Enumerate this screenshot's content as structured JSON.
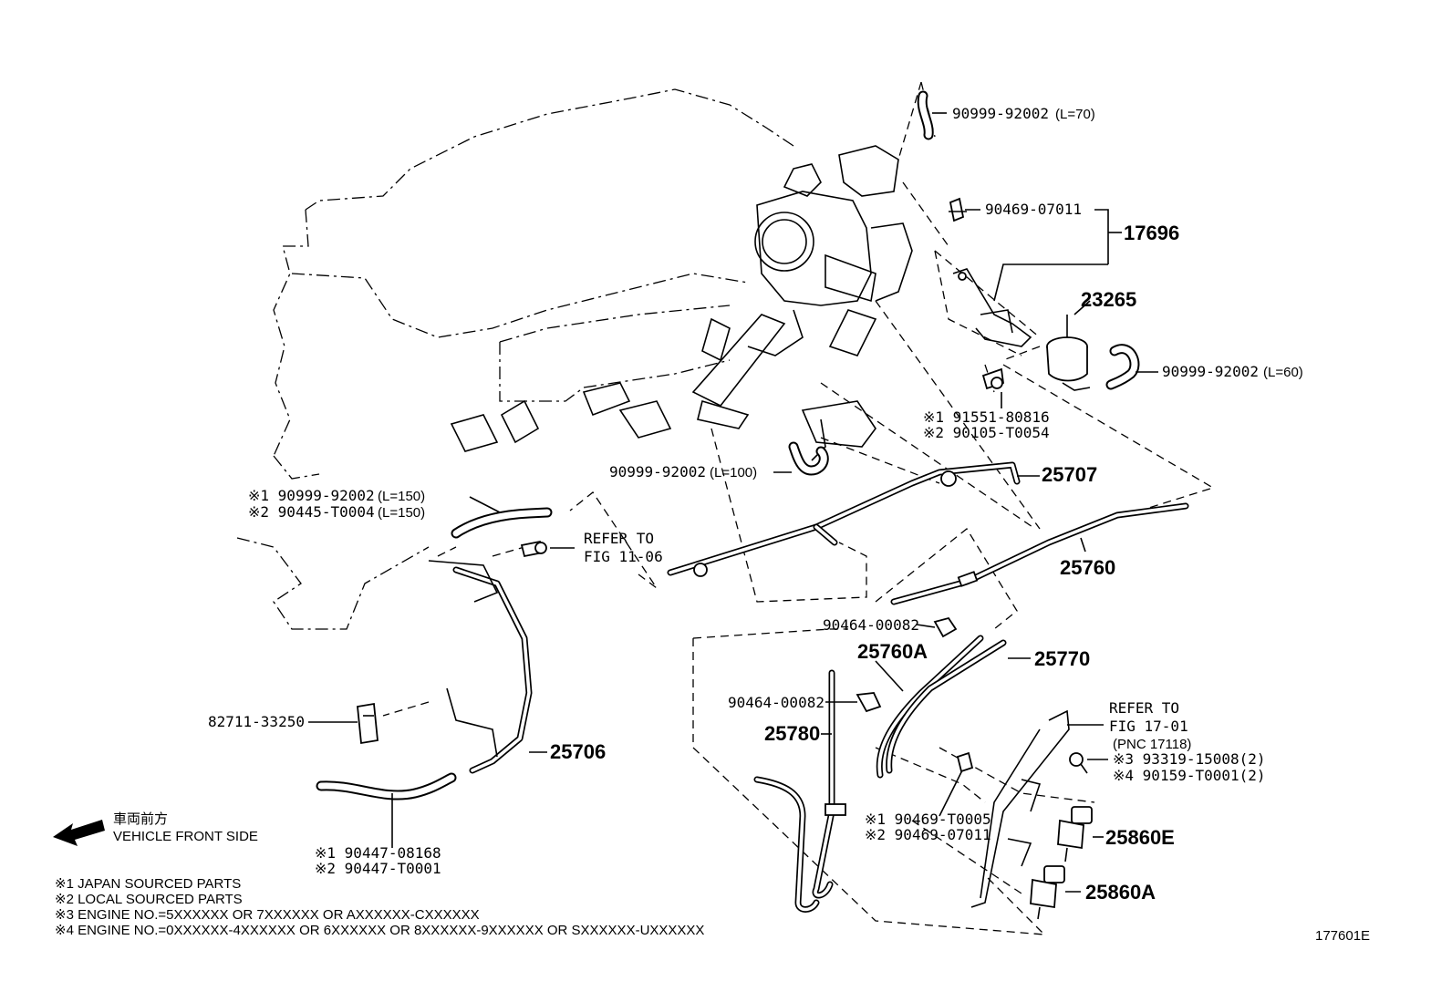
{
  "callouts": {
    "hose_top": "90999-92002",
    "hose_top_len": "(L=70)",
    "clamp_top": "90469-07011",
    "assy": "17696",
    "valve": "23265",
    "hose_right": "90999-92002",
    "hose_right_len": "(L=60)",
    "bolt_j": "※1 91551-80816",
    "bolt_l": "※2 90105-T0054",
    "hose_mid": "90999-92002",
    "hose_mid_len": "(L=100)",
    "pipe_25707": "25707",
    "pipe_25760": "25760",
    "hose_left_j": "※1 90999-92002",
    "hose_left_j_len": "(L=150)",
    "hose_left_l": "※2 90445-T0004",
    "hose_left_l_len": "(L=150)",
    "refer1_a": "REFER TO",
    "refer1_b": "FIG 11-06",
    "clip_1": "90464-00082",
    "pipe_25760a": "25760A",
    "pipe_25770": "25770",
    "clip_2": "90464-00082",
    "pipe_25780": "25780",
    "refer2_a": "REFER TO",
    "refer2_b": "FIG 17-01",
    "refer2_c": "(PNC 17118)",
    "bolt3": "※3 93319-15008(2)",
    "bolt4": "※4 90159-T0001(2)",
    "clamp_j": "※1 90469-T0005",
    "clamp_l": "※2 90469-07011",
    "vsv_e": "25860E",
    "vsv_a": "25860A",
    "bracket": "82711-33250",
    "pipe_25706": "25706",
    "hose_low_j": "※1 90447-08168",
    "hose_low_l": "※2 90447-T0001"
  },
  "direction": {
    "jp": "車両前方",
    "en": "VEHICLE FRONT SIDE",
    "icon": "arrow-left-icon"
  },
  "notes": [
    "※1 JAPAN SOURCED PARTS",
    "※2 LOCAL SOURCED PARTS",
    "※3 ENGINE NO.=5XXXXXX OR 7XXXXXX OR AXXXXXX-CXXXXXX",
    "※4 ENGINE NO.=0XXXXXX-4XXXXXX OR 6XXXXXX OR 8XXXXXX-9XXXXXX OR SXXXXXX-UXXXXXX"
  ],
  "figure_id": "177601E"
}
